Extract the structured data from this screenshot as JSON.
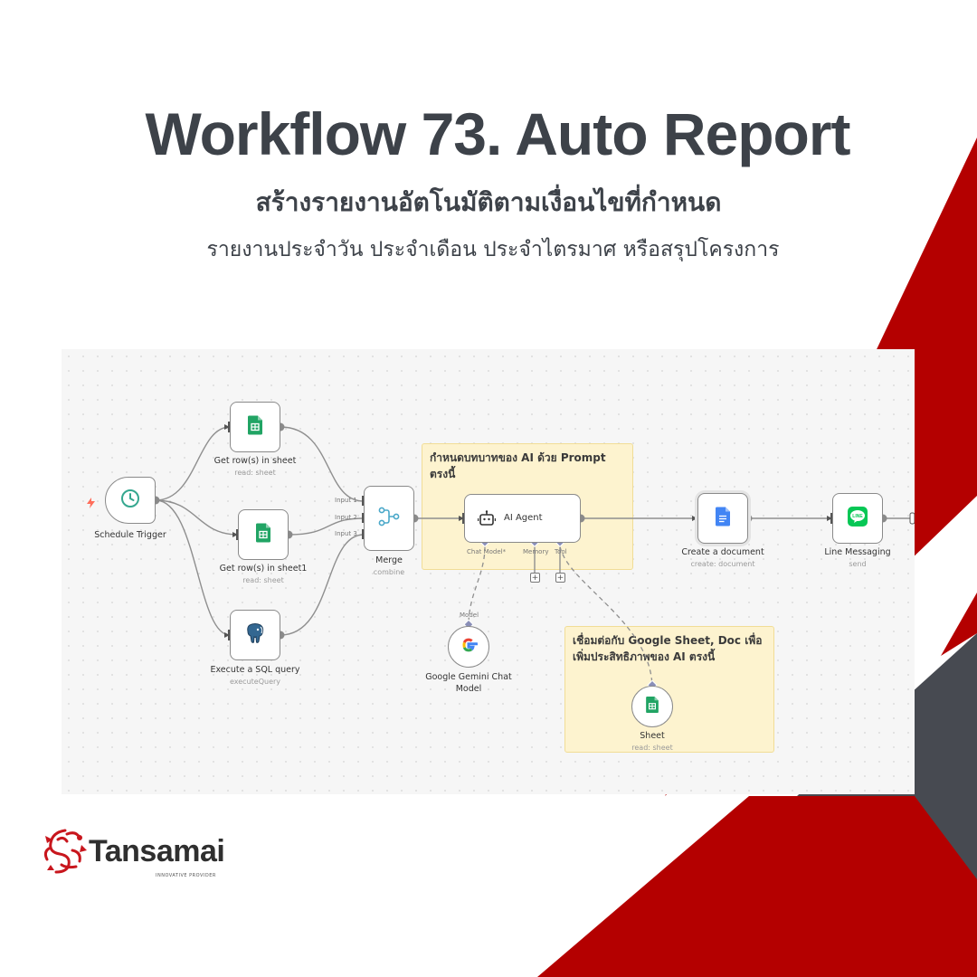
{
  "header": {
    "title": "Workflow 73. Auto Report",
    "subtitle": "สร้างรายงานอัตโนมัติตามเงื่อนไขที่กำหนด",
    "subtitle2": "รายงานประจำวัน ประจำเดือน ประจำไตรมาศ หรือสรุปโครงการ"
  },
  "colors": {
    "red": "#b40000",
    "charcoal": "#474a51",
    "sticky": "#fdf3cf",
    "sheets_green": "#21a464",
    "trigger_teal": "#35a78f",
    "line_green": "#06c755",
    "docs_blue": "#4285f4"
  },
  "workflow": {
    "sticky_prompt": {
      "line1": "กำหนดบทบาทของ AI ด้วย Prompt",
      "line2": "ตรงนี้"
    },
    "sticky_tools": {
      "line1": "เชื่อมต่อกับ Google Sheet, Doc เพื่อ",
      "line2": "เพิ่มประสิทธิภาพของ AI ตรงนี้"
    },
    "nodes": {
      "schedule": {
        "label": "Schedule Trigger",
        "icon": "clock-icon"
      },
      "sheet1": {
        "label": "Get row(s) in sheet",
        "sub": "read: sheet",
        "icon": "google-sheets-icon"
      },
      "sheet2": {
        "label": "Get row(s) in sheet1",
        "sub": "read: sheet",
        "icon": "google-sheets-icon"
      },
      "sql": {
        "label": "Execute a SQL query",
        "sub": "executeQuery",
        "icon": "postgres-elephant-icon"
      },
      "merge": {
        "label": "Merge",
        "sub": "combine",
        "icon": "merge-icon",
        "inputs": [
          "Input 1",
          "Input 2",
          "Input 3"
        ]
      },
      "agent": {
        "label": "AI Agent",
        "icon": "robot-icon",
        "ports": {
          "chat_model": "Chat Model*",
          "memory": "Memory",
          "tool": "Tool"
        }
      },
      "gemini": {
        "label_line1": "Google Gemini Chat",
        "label_line2": "Model",
        "port": "Model",
        "icon": "google-g-icon"
      },
      "sheet_tool": {
        "label": "Sheet",
        "sub": "read: sheet",
        "icon": "google-sheets-icon"
      },
      "doc": {
        "label": "Create a document",
        "sub": "create: document",
        "icon": "google-docs-icon"
      },
      "line": {
        "label": "Line Messaging",
        "sub": "send",
        "icon": "line-icon"
      }
    },
    "plus_glyph": "+"
  },
  "brand": {
    "name": "Tansamai",
    "tagline": "INNOVATIVE PROVIDER",
    "icon": "dragon-logo-icon"
  }
}
